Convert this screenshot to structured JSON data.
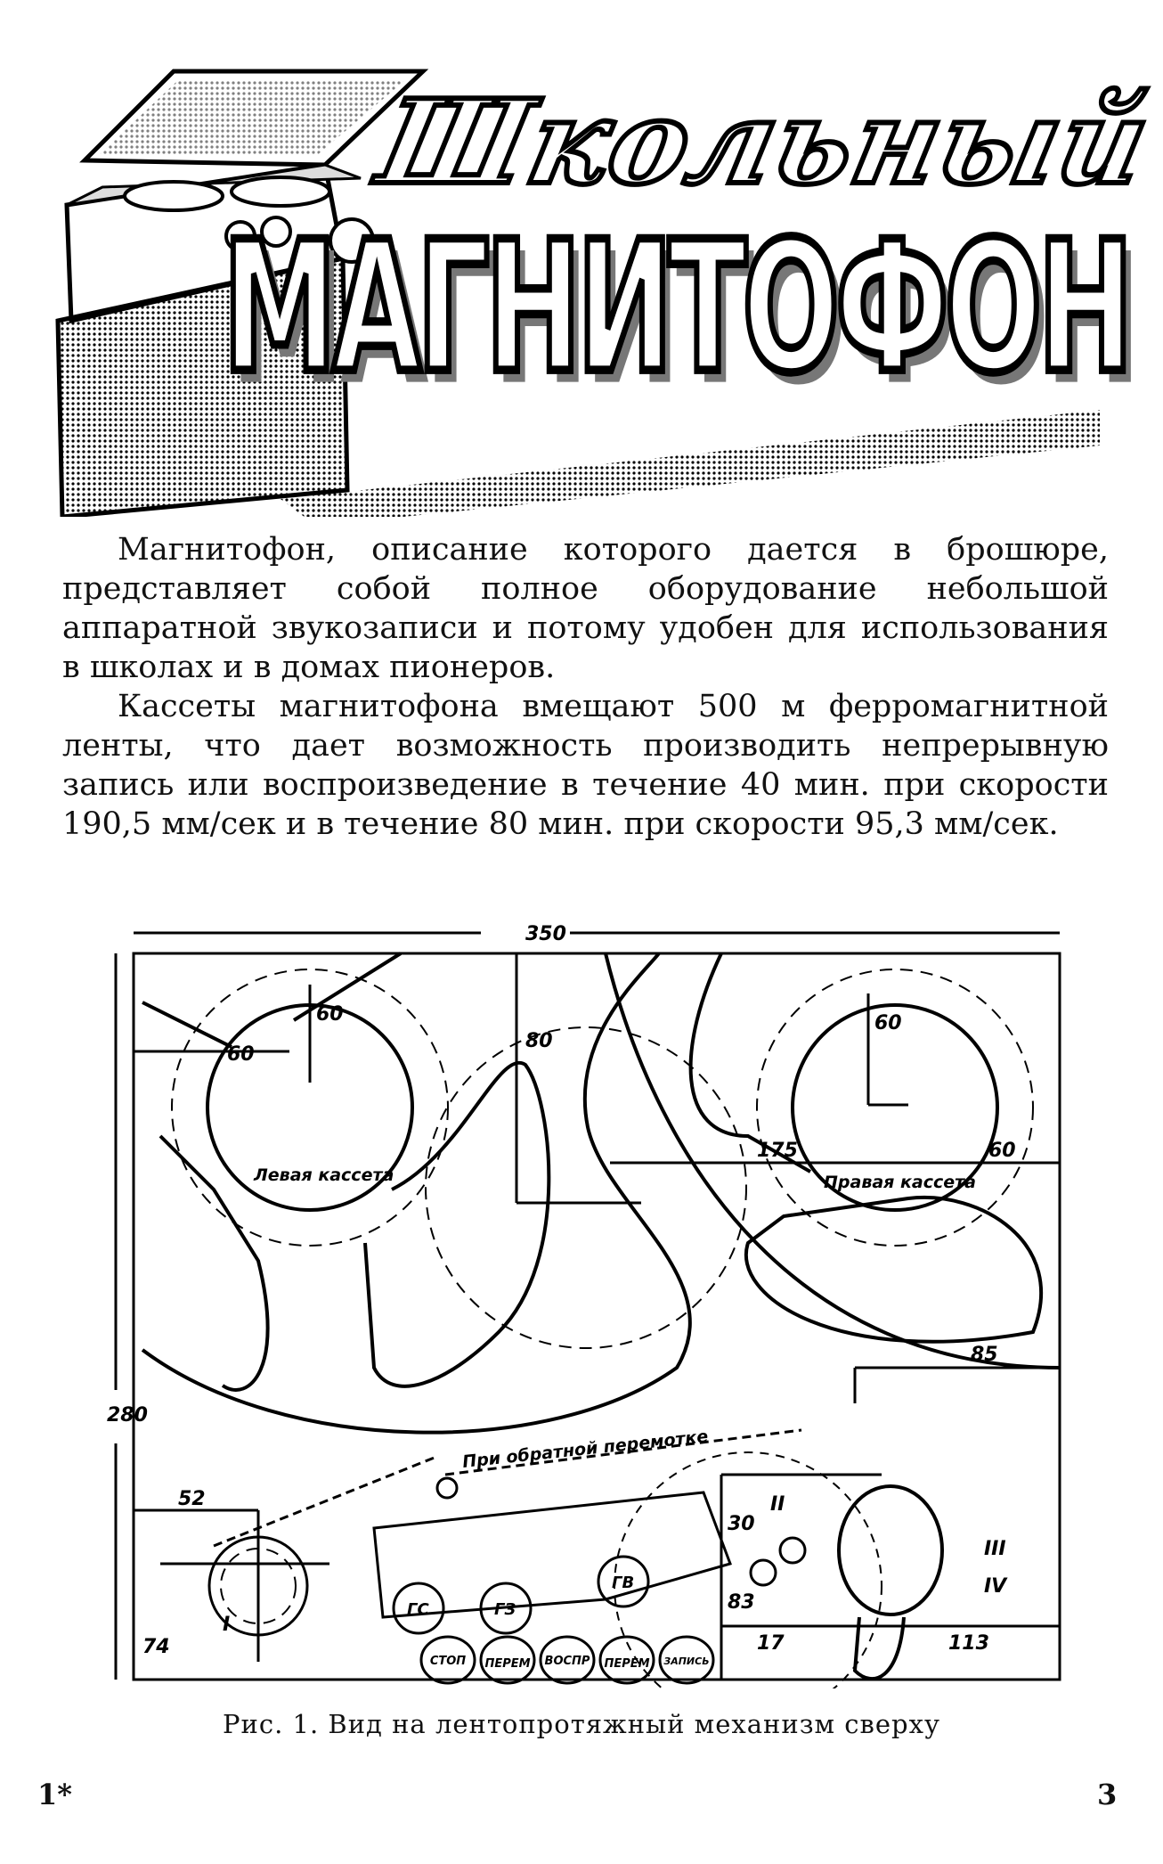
{
  "header": {
    "title_script": "Школьный",
    "title_block": "МАГНИТОФОН"
  },
  "body": {
    "paragraphs": [
      "Магнитофон, описание которого дается в брошюре, представляет собой полное оборудование небольшой аппаратной звукозаписи и потому удобен для использования в школах и в домах пионеров.",
      "Кассеты магнитофона вмещают 500 м ферромагнитной ленты, что дает возможность производить непрерывную запись или воспроизведение в течение 40 мин. при скорости 190,5 мм/сек и в течение 80 мин. при скорости 95,3 мм/сек."
    ]
  },
  "figure": {
    "dims": {
      "width": "350",
      "height": "280",
      "d60a": "60",
      "d60b": "60",
      "d80": "80",
      "d175": "175",
      "d60c": "60",
      "d60d": "60",
      "d85": "85",
      "d52": "52",
      "d30": "30",
      "d83": "83",
      "d17": "17",
      "d113": "113",
      "d74": "74"
    },
    "labels": {
      "left_cassette": "Левая кассета",
      "right_cassette": "Правая кассета",
      "reverse": "При обратной перемотке",
      "r1": "I",
      "r2": "II",
      "r3": "III",
      "r4": "IV",
      "gs": "ГС",
      "gz": "ГЗ",
      "gv": "ГВ"
    },
    "buttons": [
      "СТОП",
      "ПЕРЕМ",
      "ВОСПР",
      "ПЕРЕМ",
      "ЗАПИСЬ"
    ],
    "caption": "Рис. 1. Вид на лентопротяжный механизм сверху"
  },
  "footer": {
    "signature": "1*",
    "page_number": "3"
  }
}
